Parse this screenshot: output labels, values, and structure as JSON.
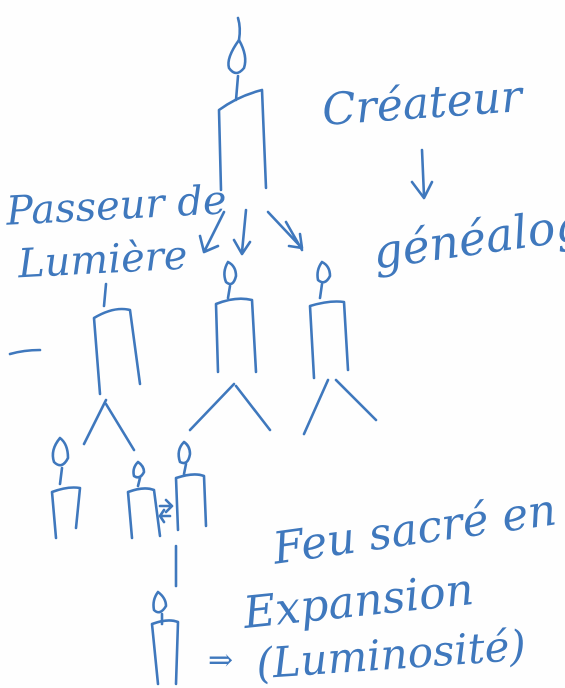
{
  "labels": {
    "creator": "Créateur",
    "genealogy": "généalogie",
    "passer_line1": "Passeur de",
    "passer_line2": "Lumière",
    "fire_line1": "Feu sacré en",
    "fire_line2": "Expansion",
    "fire_line3": "(Luminosité)",
    "arrow_glyph": "⇒"
  },
  "colors": {
    "ink": "#3f78bd",
    "paper": "#fefefe"
  },
  "icons": [
    "candle-icon",
    "flame-icon",
    "arrow-icon"
  ]
}
